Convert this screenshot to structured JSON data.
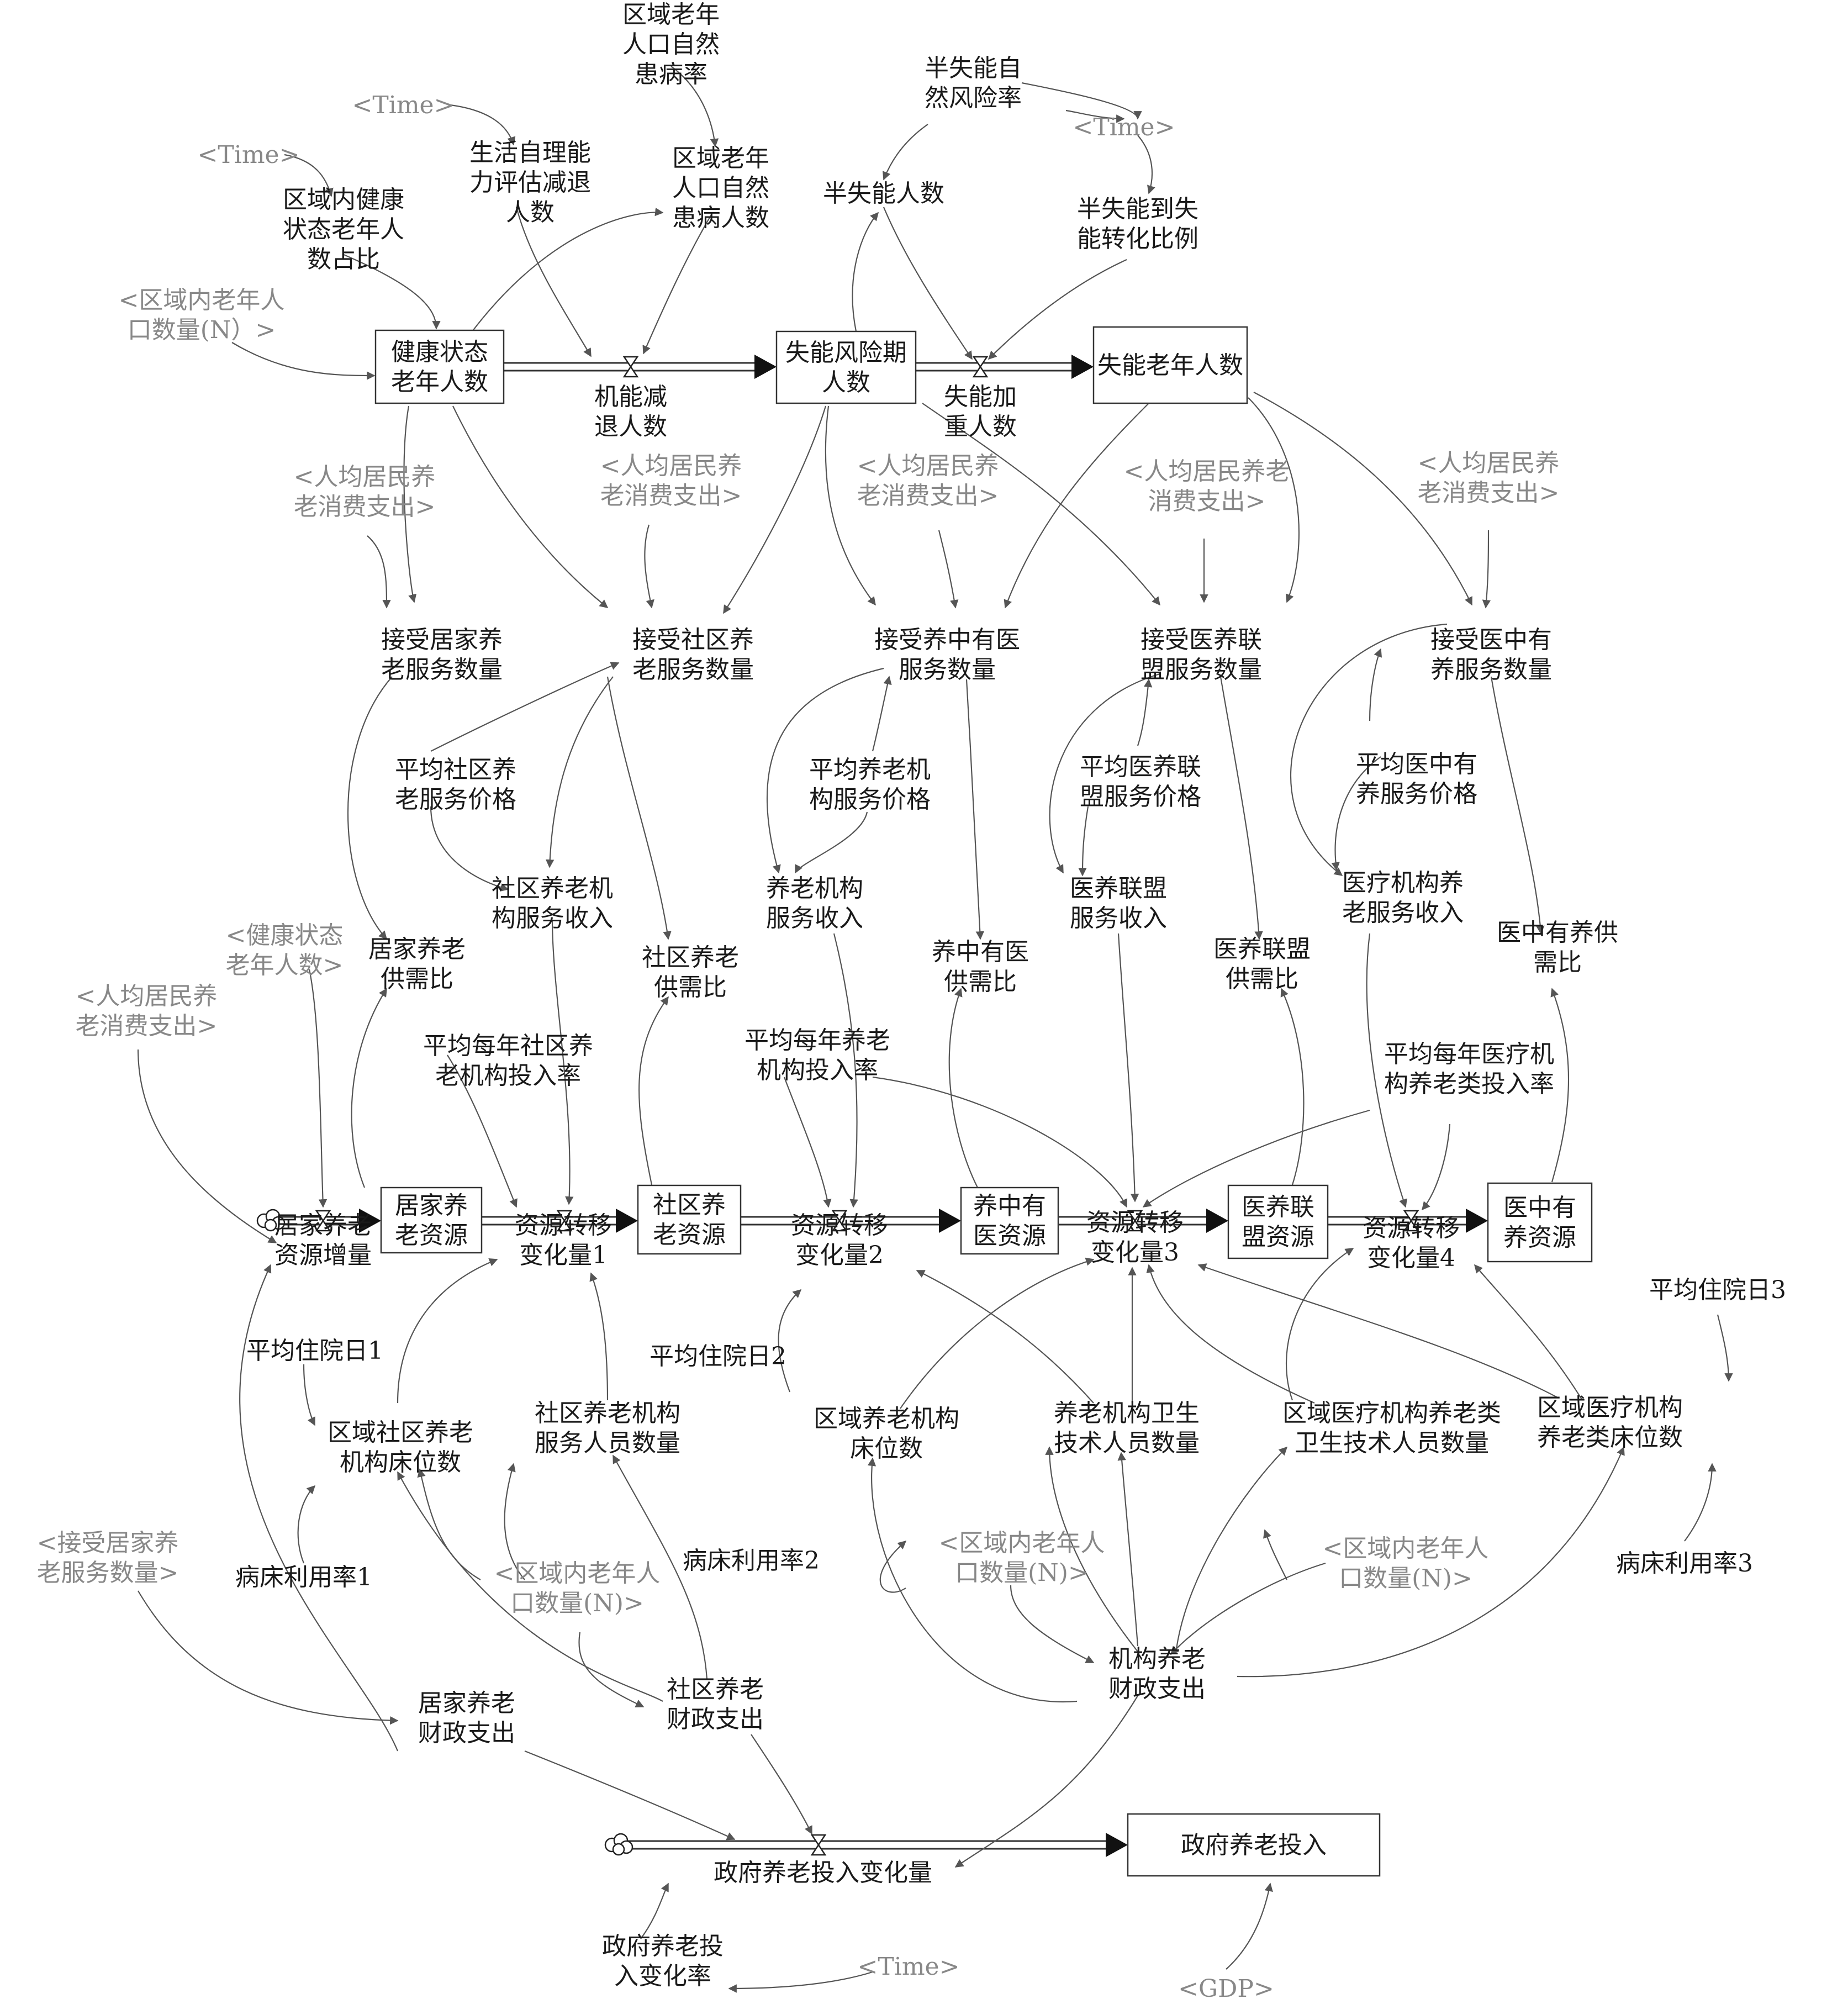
{
  "colors": {
    "ink": "#1a1a1a",
    "shadow": "#888888",
    "link": "#555555",
    "pipe": "#333333",
    "background": "#ffffff"
  },
  "stocks": {
    "health": "健康状态|老年人数",
    "risk": "失能风险期|人数",
    "disabled": "失能老年人数",
    "home_res": "居家养|老资源",
    "comm_res": "社区养|老资源",
    "ymed_res": "养中有|医资源",
    "union_res": "医养联|盟资源",
    "myang_res": "医中有|养资源",
    "gov": "政府养老投入"
  },
  "variables": {
    "elder_rate": "区域老年|人口自然|患病率",
    "elder_sick": "区域老年|人口自然|患病人数",
    "self_care": "生活自理能|力评估减退|人数",
    "health_share": "区域内健康|状态老年人|数占比",
    "semi_risk": "半失能自|然风险率",
    "semi_num": "半失能人数",
    "semi_ratio": "半失能到失|能转化比例",
    "decline": "机能减|退人数",
    "aggravate": "失能加|重人数",
    "recv_home": "接受居家养|老服务数量",
    "recv_comm": "接受社区养|老服务数量",
    "recv_ymed": "接受养中有医|服务数量",
    "recv_union": "接受医养联|盟服务数量",
    "recv_myang": "接受医中有|养服务数量",
    "avg_comm_price": "平均社区养|老服务价格",
    "avg_inst_price": "平均养老机|构服务价格",
    "avg_union_price": "平均医养联|盟服务价格",
    "avg_myang_price": "平均医中有|养服务价格",
    "comm_income": "社区养老机|构服务收入",
    "inst_income": "养老机构|服务收入",
    "union_income": "医养联盟|服务收入",
    "med_income": "医疗机构养|老服务收入",
    "home_ratio": "居家养老|供需比",
    "comm_ratio": "社区养老|供需比",
    "ymed_ratio": "养中有医|供需比",
    "union_ratio": "医养联盟|供需比",
    "myang_ratio": "医中有养供|需比",
    "comm_invest": "平均每年社区养|老机构投入率",
    "inst_invest": "平均每年养老|机构投入率",
    "med_invest": "平均每年医疗机|构养老类投入率",
    "home_inc": "居家养老|资源增量",
    "flow1": "资源转移|变化量1",
    "flow2": "资源转移|变化量2",
    "flow3": "资源转移|变化量3",
    "flow4": "资源转移|变化量4",
    "stay1": "平均住院日1",
    "stay2": "平均住院日2",
    "stay3": "平均住院日3",
    "beds_comm": "区域社区养老|机构床位数",
    "staff_comm": "社区养老机构|服务人员数量",
    "beds_inst": "区域养老机构|床位数",
    "staff_inst": "养老机构卫生|技术人员数量",
    "staff_med": "区域医疗机构养老类|卫生技术人员数量",
    "beds_med": "区域医疗机构|养老类床位数",
    "use1": "病床利用率1",
    "use2": "病床利用率2",
    "use3": "病床利用率3",
    "fin_home": "居家养老|财政支出",
    "fin_comm": "社区养老|财政支出",
    "fin_inst": "机构养老|财政支出",
    "gov_flow": "政府养老投入变化量",
    "gov_rate": "政府养老投|入变化率"
  },
  "shadows": {
    "time1": "<Time>",
    "time2": "<Time>",
    "time3": "<Time>",
    "time4": "<Time>",
    "pop1": "<区域内老年人|口数量(N）>",
    "pop2": "<区域内老年人|口数量(N)>",
    "pop3": "<区域内老年人|口数量(N)>",
    "pop4": "<区域内老年人|口数量(N)>",
    "spend1": "<人均居民养|老消费支出>",
    "spend2": "<人均居民养|老消费支出>",
    "spend3": "<人均居民养|老消费支出>",
    "spend4": "<人均居民养老|消费支出>",
    "spend5": "<人均居民养|老消费支出>",
    "spend6": "<人均居民养|老消费支出>",
    "health_sh": "<健康状态|老年人数>",
    "home_svc": "<接受居家养|老服务数量>",
    "gdp": "<GDP>"
  }
}
